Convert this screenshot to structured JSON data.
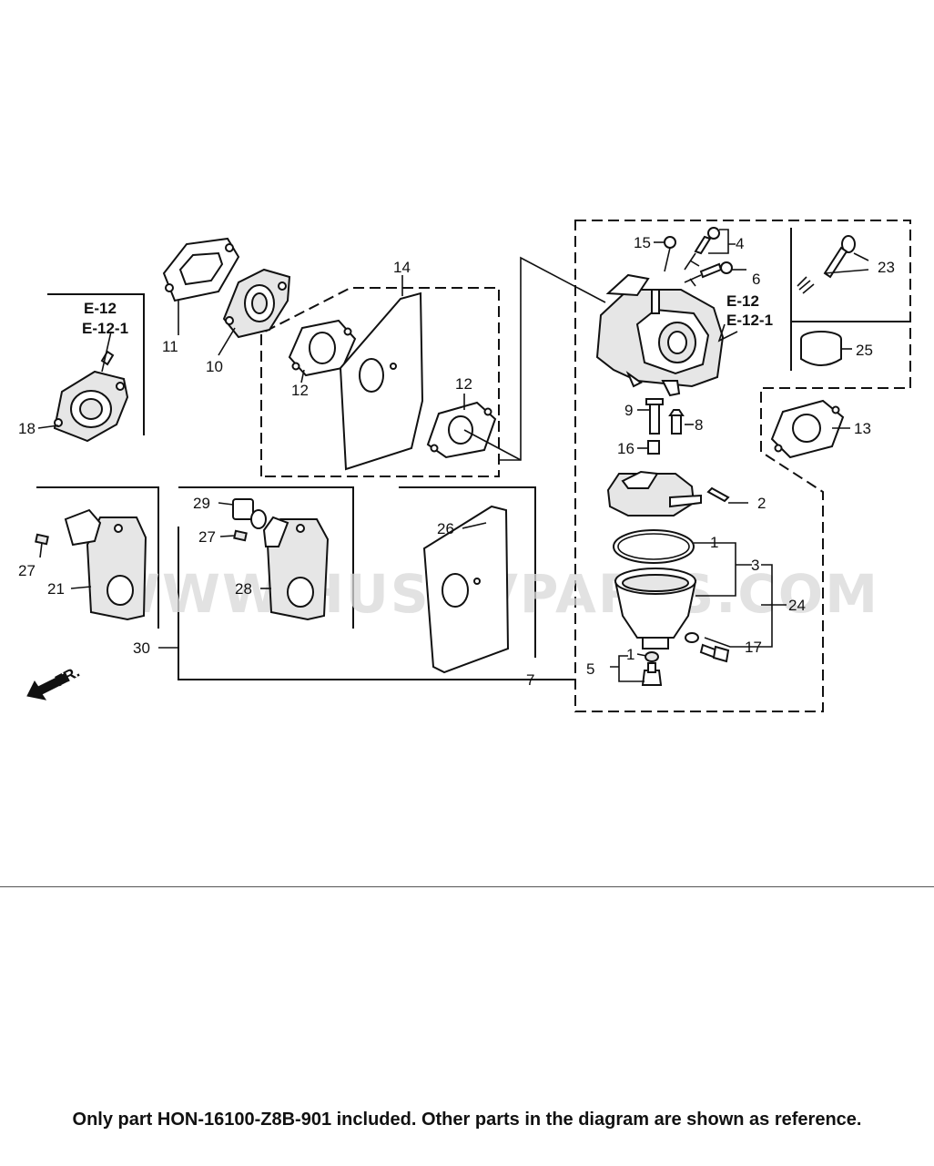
{
  "watermark": "WWW.HUSQVPARTS.COM",
  "direction_label": "FR.",
  "refs": {
    "e12": "E-12",
    "e12_1": "E-12-1"
  },
  "callouts": {
    "c1a": "1",
    "c1b": "1",
    "c2": "2",
    "c3": "3",
    "c4": "4",
    "c5": "5",
    "c6": "6",
    "c7": "7",
    "c8": "8",
    "c9": "9",
    "c10": "10",
    "c11": "11",
    "c12a": "12",
    "c12b": "12",
    "c13": "13",
    "c14": "14",
    "c15": "15",
    "c16": "16",
    "c17": "17",
    "c18": "18",
    "c21": "21",
    "c23": "23",
    "c24": "24",
    "c25": "25",
    "c26": "26",
    "c27a": "27",
    "c27b": "27",
    "c28": "28",
    "c29": "29",
    "c30": "30"
  },
  "footer_note": "Only part HON-16100-Z8B-901 included. Other parts in the diagram are shown as reference."
}
